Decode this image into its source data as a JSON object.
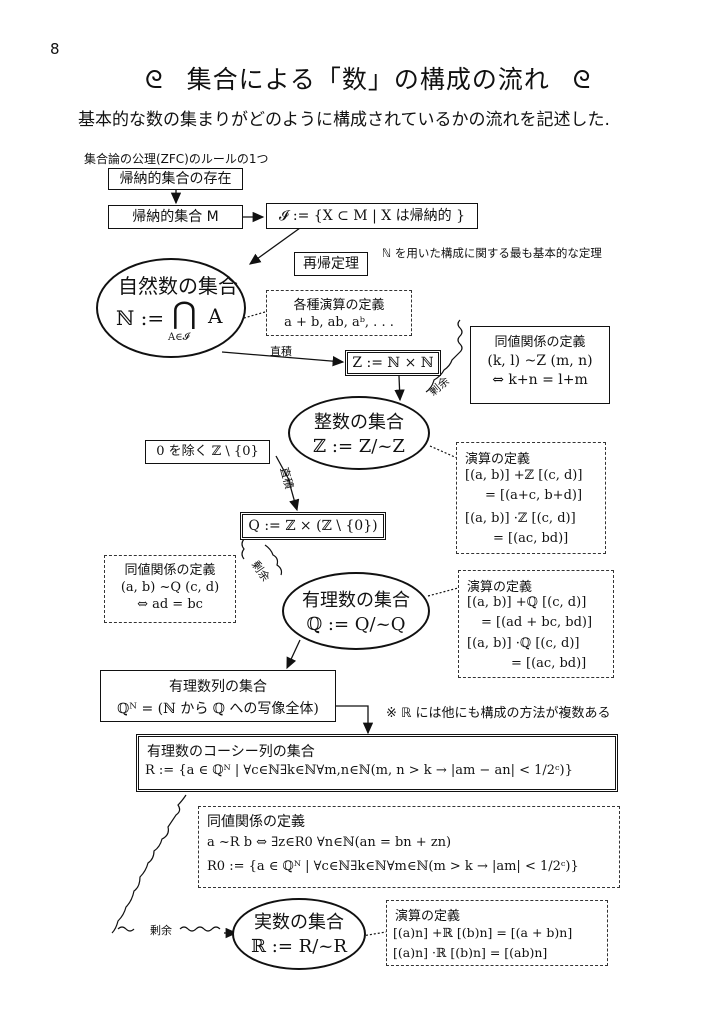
{
  "page_number": "8",
  "title": {
    "ornament": "ᘓ",
    "text": "集合による「数」の構成の流れ"
  },
  "subtitle": "基本的な数の集まりがどのように構成されているかの流れを記述した.",
  "nodes": {
    "zfc_caption": "集合論の公理(ZFC)のルールの1つ",
    "inductive_exists": "帰納的集合の存在",
    "inductive_set": "帰納的集合 M",
    "inductive_family": "𝓘 := {X ⊂ M | X は帰納的 }",
    "recursion": "再帰定理",
    "recursion_note": "ℕ を用いた構成に関する最も基本的な定理",
    "natural_title": "自然数の集合",
    "natural_def_lhs": "ℕ :=",
    "natural_def_cap": "⋂",
    "natural_def_sub": "A∈𝓘",
    "natural_def_rhs": "A",
    "ops_title": "各種演算の定義",
    "ops_body": "a + b, ab, aᵇ, . . .",
    "direct_product_label": "直積",
    "z_product": "Z := ℕ × ℕ",
    "eqrel_z_title": "同値関係の定義",
    "eqrel_z_l1": "(k, l) ~Z (m, n)",
    "eqrel_z_l2": "⇔ k+n = l+m",
    "quotient_label": "剰余",
    "integer_title": "整数の集合",
    "integer_def": "ℤ := Z/~Z",
    "exclude_zero": "0 を除く ℤ \\ {0}",
    "int_ops_title": "演算の定義",
    "int_ops_l1": "[(a, b)] +ℤ [(c, d)]",
    "int_ops_l2": "= [(a+c, b+d)]",
    "int_ops_l3": "[(a, b)] ·ℤ [(c, d)]",
    "int_ops_l4": "= [(ac, bd)]",
    "q_product": "Q := ℤ × (ℤ \\ {0})",
    "eqrel_q_title": "同値関係の定義",
    "eqrel_q_l1": "(a, b) ~Q (c, d)",
    "eqrel_q_l2": "⇔ ad = bc",
    "rational_title": "有理数の集合",
    "rational_def": "ℚ := Q/~Q",
    "rat_ops_title": "演算の定義",
    "rat_ops_l1": "[(a, b)] +ℚ [(c, d)]",
    "rat_ops_l2": "= [(ad + bc, bd)]",
    "rat_ops_l3": "[(a, b)] ·ℚ [(c, d)]",
    "rat_ops_l4": "= [(ac, bd)]",
    "seq_title": "有理数列の集合",
    "seq_def": "ℚᴺ = (ℕ から ℚ への写像全体)",
    "real_note": "※ ℝ には他にも構成の方法が複数ある",
    "cauchy_title": "有理数のコーシー列の集合",
    "cauchy_def": "R := {a ∈ ℚᴺ | ∀c∈ℕ∃k∈ℕ∀m,n∈ℕ(m, n > k → |am − an| < 1/2ᶜ)}",
    "eqrel_r_title": "同値関係の定義",
    "eqrel_r_l1": "a ~R b ⇔ ∃z∈R0 ∀n∈ℕ(an = bn + zn)",
    "eqrel_r_l2": "R0 := {a ∈ ℚᴺ | ∀c∈ℕ∃k∈ℕ∀m∈ℕ(m > k → |am| < 1/2ᶜ)}",
    "real_title": "実数の集合",
    "real_def": "ℝ := R/~R",
    "real_ops_title": "演算の定義",
    "real_ops_l1": "[(a)n] +ℝ [(b)n] = [(a + b)n]",
    "real_ops_l2": "[(a)n] ·ℝ [(b)n] = [(ab)n]"
  }
}
